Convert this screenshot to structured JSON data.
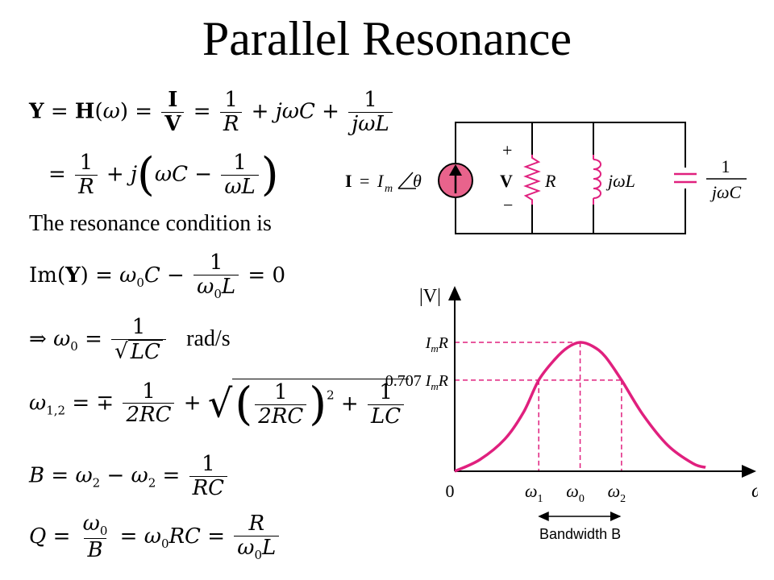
{
  "slide": {
    "title": "Parallel Resonance"
  },
  "equations": {
    "line1": {
      "Y": "Y",
      "H": "H",
      "omega": "ω",
      "I": "I",
      "V": "V",
      "one": "1",
      "R": "R",
      "jwC": "jωC",
      "jwL": "jωL"
    },
    "line2": {
      "one": "1",
      "R": "R",
      "j": "j",
      "wC": "ωC",
      "wL": "ωL"
    },
    "resonance_condition": "The resonance condition is",
    "line3": {
      "Im": "Im",
      "Y": "Y",
      "w0C": "ω",
      "zero_sub": "0",
      "C": "C",
      "one": "1",
      "L": "L",
      "eq_zero": "= 0"
    },
    "line4": {
      "arrow": "⇒",
      "omega0": "ω",
      "zero_sub": "0",
      "one": "1",
      "LC": "LC",
      "unit": "rad/s"
    },
    "line5": {
      "omega12": "ω",
      "sub": "1,2",
      "mp": "∓",
      "one": "1",
      "twoRC": "2RC",
      "sq": "2",
      "LC": "LC"
    },
    "line6": {
      "B": "B",
      "omega2a": "ω",
      "sub2a": "2",
      "omega2b": "ω",
      "sub2b": "2",
      "one": "1",
      "RC": "RC"
    },
    "line7": {
      "Q": "Q",
      "omega0": "ω",
      "zero_sub": "0",
      "B": "B",
      "mid": "RC",
      "R": "R",
      "L": "L"
    }
  },
  "circuit": {
    "source_label_I": "I",
    "source_label_eq": "=",
    "source_label_Im": "I",
    "source_label_m": "m",
    "source_label_angle": "θ",
    "plus": "+",
    "V": "V",
    "minus": "−",
    "R": "R",
    "jwL": "jωL",
    "cap_num": "1",
    "cap_den": "jωC",
    "colors": {
      "source": "#e8638c",
      "wire": "#000000"
    }
  },
  "chart_data": {
    "type": "line",
    "title": "",
    "ylabel": "|V|",
    "xlabel": "ω",
    "x_ticks": [
      {
        "label": "0",
        "x": 0
      },
      {
        "label": "ω1",
        "x": 0.67
      },
      {
        "label": "ω0",
        "x": 1.0
      },
      {
        "label": "ω2",
        "x": 1.33
      }
    ],
    "y_ticks": [
      {
        "label": "ImR",
        "y": 1.0
      },
      {
        "label": "0.707 ImR",
        "y": 0.707
      }
    ],
    "series": [
      {
        "color": "#e0207e",
        "x": [
          0,
          0.2,
          0.4,
          0.55,
          0.67,
          0.8,
          0.9,
          1.0,
          1.1,
          1.2,
          1.33,
          1.5,
          1.7,
          1.9,
          2.0
        ],
        "y": [
          0.0,
          0.09,
          0.25,
          0.46,
          0.707,
          0.87,
          0.96,
          1.0,
          0.97,
          0.89,
          0.707,
          0.44,
          0.2,
          0.06,
          0.03
        ]
      }
    ],
    "xlim": [
      0,
      2.25
    ],
    "ylim": [
      0,
      1.3
    ],
    "guide_color": "#e0207e",
    "annotation": "Bandwidth B"
  }
}
